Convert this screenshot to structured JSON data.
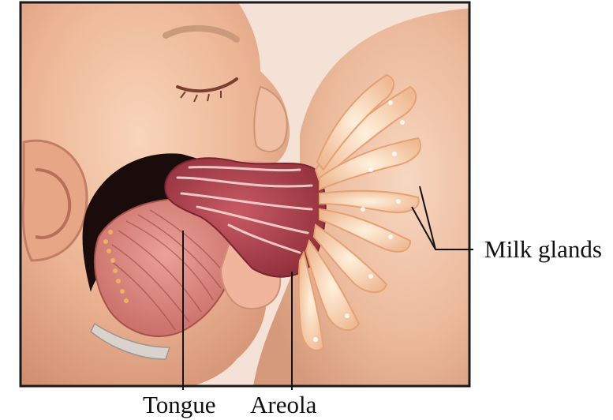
{
  "labels": {
    "milk_glands": "Milk glands",
    "tongue": "Tongue",
    "areola": "Areola"
  },
  "colors": {
    "frame": "#1a1a1a",
    "skin_light": "#f2c6a6",
    "skin_mid": "#e3a888",
    "skin_dark": "#c9826a",
    "areola": "#b44a55",
    "tongue": "#d9827a",
    "glands": "#f5d8b6",
    "mouth_dark": "#1b0c0c",
    "leader_line": "#111111"
  }
}
